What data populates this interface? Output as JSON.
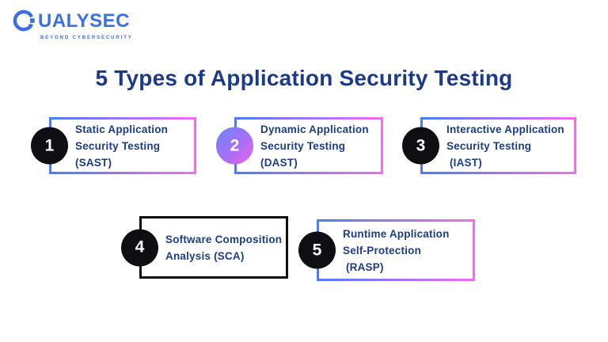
{
  "logo": {
    "brand_rest": "UALYSEC",
    "tagline": "BEYOND CYBERSECURITY"
  },
  "title": "5 Types of Application Security Testing",
  "cards": [
    {
      "number": "1",
      "lines": [
        "Static Application",
        "Security Testing",
        "(SAST)"
      ]
    },
    {
      "number": "2",
      "lines": [
        "Dynamic Application",
        "Security Testing",
        "(DAST)"
      ]
    },
    {
      "number": "3",
      "lines": [
        "Interactive Application",
        "Security Testing",
        " (IAST)"
      ]
    },
    {
      "number": "4",
      "lines": [
        "Software Composition",
        "Analysis (SCA)"
      ]
    },
    {
      "number": "5",
      "lines": [
        "Runtime Application",
        "Self-Protection",
        " (RASP)"
      ]
    }
  ],
  "colors": {
    "logo_blue": "#3b6fe4",
    "title_navy": "#1b3a8a",
    "card_text_navy": "#1c3c8c",
    "gradient_blue": "#4b7cf6",
    "gradient_pink": "#f16cf1",
    "badge_black": "#0e0e13",
    "background": "#ffffff"
  }
}
